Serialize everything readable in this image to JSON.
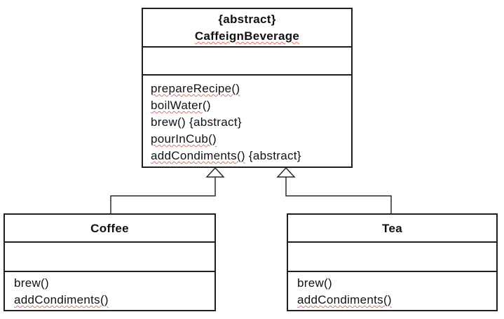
{
  "diagram": {
    "type": "uml-class-diagram",
    "colors": {
      "border": "#1f1f1f",
      "text": "#111111",
      "squiggle": "#ee6a63",
      "background": "#ffffff"
    },
    "classes": {
      "parent": {
        "stereotype": "{abstract}",
        "name": "CaffeignBeverage",
        "attributes": [],
        "methods": [
          {
            "misspelled_part": "prepareRecipe()",
            "plain_part": ""
          },
          {
            "misspelled_part": "boilWater",
            "plain_part": "()"
          },
          {
            "misspelled_part": "",
            "plain_part": "brew() {abstract}"
          },
          {
            "misspelled_part": "pourInCub()",
            "plain_part": ""
          },
          {
            "misspelled_part": "addCondiments()",
            "plain_part": " {abstract}"
          }
        ]
      },
      "coffee": {
        "name": "Coffee",
        "attributes": [],
        "methods": [
          {
            "misspelled_part": "",
            "plain_part": "brew()"
          },
          {
            "misspelled_part": "addCondiments()",
            "plain_part": ""
          }
        ]
      },
      "tea": {
        "name": "Tea",
        "attributes": [],
        "methods": [
          {
            "misspelled_part": "",
            "plain_part": "brew()"
          },
          {
            "misspelled_part": "addCondiments()",
            "plain_part": ""
          }
        ]
      }
    },
    "relationships": [
      {
        "from": "Coffee",
        "to": "CaffeignBeverage",
        "type": "generalization"
      },
      {
        "from": "Tea",
        "to": "CaffeignBeverage",
        "type": "generalization"
      }
    ]
  }
}
